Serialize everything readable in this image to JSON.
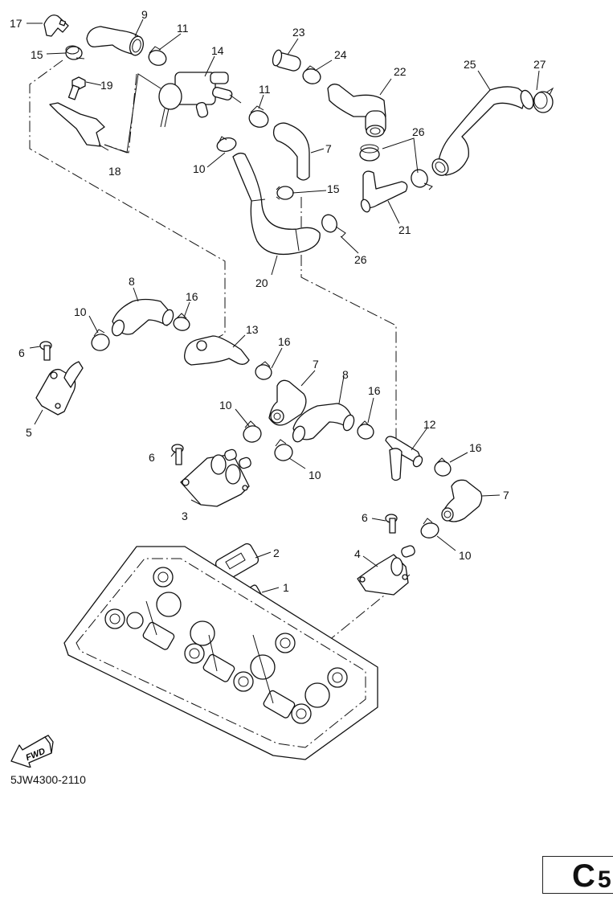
{
  "document": {
    "type": "exploded parts diagram",
    "drawing_code": "5JW4300-2110",
    "page_label": {
      "letter": "C",
      "number": "5"
    },
    "direction_indicator": "FWD"
  },
  "callouts": [
    {
      "id": "c17",
      "number": "17"
    },
    {
      "id": "c9",
      "number": "9"
    },
    {
      "id": "c11a",
      "number": "11"
    },
    {
      "id": "c15a",
      "number": "15"
    },
    {
      "id": "c14",
      "number": "14"
    },
    {
      "id": "c19",
      "number": "19"
    },
    {
      "id": "c11b",
      "number": "11"
    },
    {
      "id": "c18",
      "number": "18"
    },
    {
      "id": "c10a",
      "number": "10"
    },
    {
      "id": "c23",
      "number": "23"
    },
    {
      "id": "c24",
      "number": "24"
    },
    {
      "id": "c22",
      "number": "22"
    },
    {
      "id": "c25",
      "number": "25"
    },
    {
      "id": "c27",
      "number": "27"
    },
    {
      "id": "c7a",
      "number": "7"
    },
    {
      "id": "c26a",
      "number": "26"
    },
    {
      "id": "c15b",
      "number": "15"
    },
    {
      "id": "c21",
      "number": "21"
    },
    {
      "id": "c26b",
      "number": "26"
    },
    {
      "id": "c20",
      "number": "20"
    },
    {
      "id": "c8a",
      "number": "8"
    },
    {
      "id": "c16a",
      "number": "16"
    },
    {
      "id": "c10b",
      "number": "10"
    },
    {
      "id": "c13",
      "number": "13"
    },
    {
      "id": "c6a",
      "number": "6"
    },
    {
      "id": "c16b",
      "number": "16"
    },
    {
      "id": "c7b",
      "number": "7"
    },
    {
      "id": "c5",
      "number": "5"
    },
    {
      "id": "c10c",
      "number": "10"
    },
    {
      "id": "c8b",
      "number": "8"
    },
    {
      "id": "c16c",
      "number": "16"
    },
    {
      "id": "c12",
      "number": "12"
    },
    {
      "id": "c6b",
      "number": "6"
    },
    {
      "id": "c10d",
      "number": "10"
    },
    {
      "id": "c16d",
      "number": "16"
    },
    {
      "id": "c3",
      "number": "3"
    },
    {
      "id": "c7c",
      "number": "7"
    },
    {
      "id": "c6c",
      "number": "6"
    },
    {
      "id": "c2",
      "number": "2"
    },
    {
      "id": "c4",
      "number": "4"
    },
    {
      "id": "c10e",
      "number": "10"
    },
    {
      "id": "c1",
      "number": "1"
    }
  ]
}
